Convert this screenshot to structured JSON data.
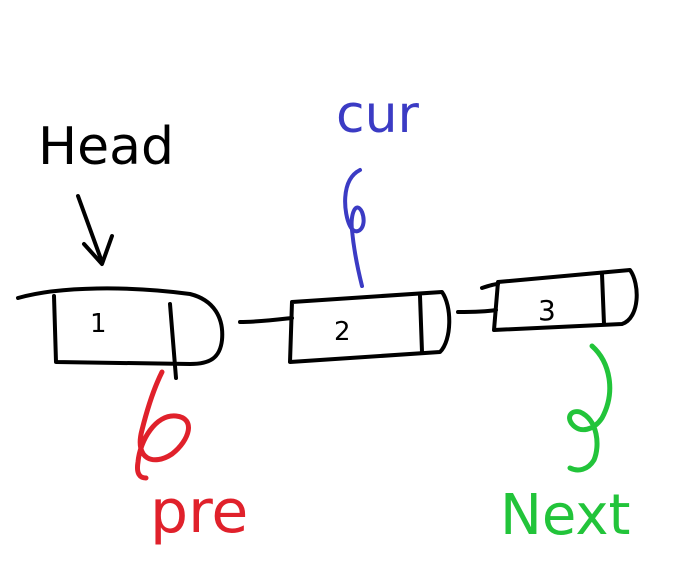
{
  "diagram": {
    "title": "",
    "nodes": [
      {
        "id": "node-1",
        "value": "1"
      },
      {
        "id": "node-2",
        "value": "2"
      },
      {
        "id": "node-3",
        "value": "3"
      }
    ],
    "pointers": [
      {
        "id": "head",
        "label": "Head",
        "target": "node-1",
        "color": "#000000"
      },
      {
        "id": "cur",
        "label": "cur",
        "target": "node-2",
        "color": "#3b3bc4"
      },
      {
        "id": "pre",
        "label": "pre",
        "target": "node-1",
        "color": "#e0212b"
      },
      {
        "id": "next",
        "label": "Next",
        "target": "node-3",
        "color": "#22c43a"
      }
    ],
    "ink_colors": {
      "black": "#000000",
      "blue": "#3b3bc4",
      "red": "#e0212b",
      "green": "#22c43a"
    }
  }
}
